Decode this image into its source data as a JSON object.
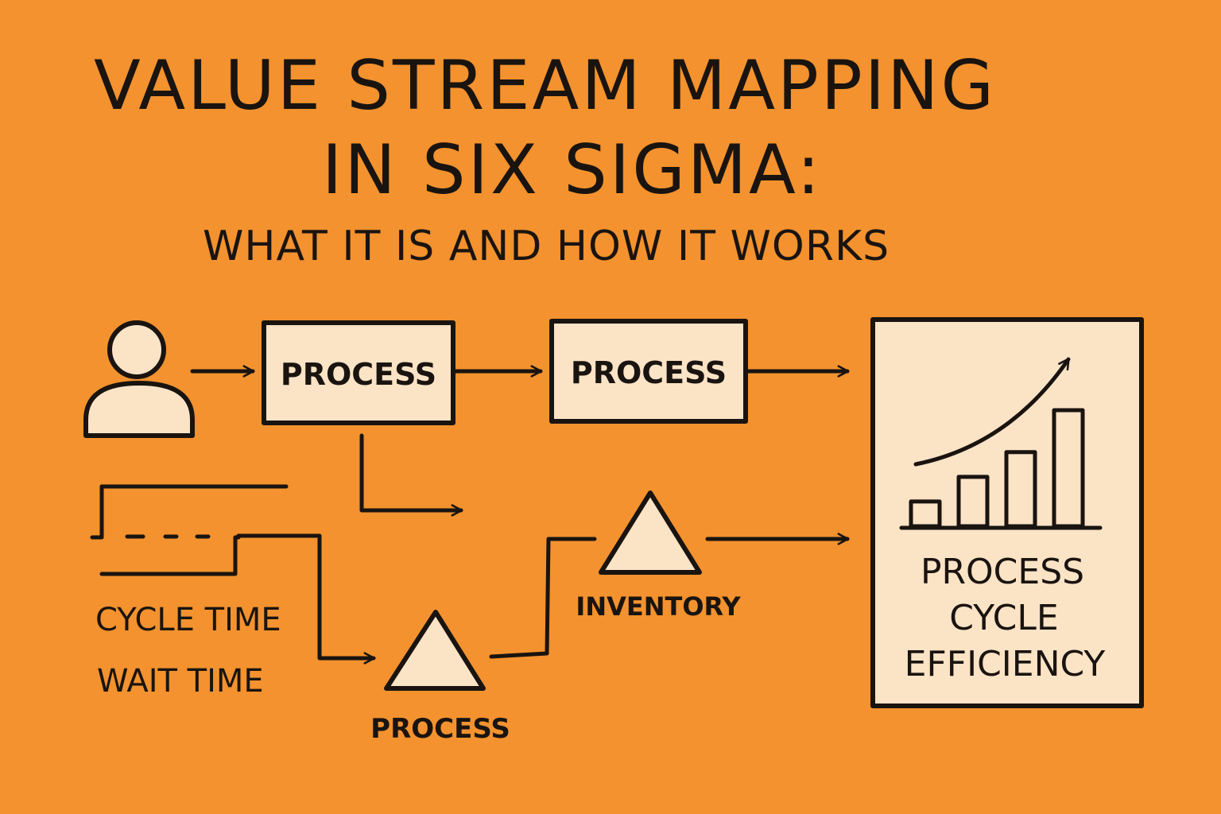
{
  "title": {
    "line1": "VALUE STREAM MAPPING",
    "line2": "IN SIX SIGMA:",
    "subtitle": "WHAT IT IS AND HOW IT WORKS"
  },
  "diagram": {
    "process_box_1": "PROCESS",
    "process_box_2": "PROCESS",
    "triangle_process_label": "PROCESS",
    "inventory_label": "INVENTORY",
    "cycle_time_label": "CYCLE TIME",
    "wait_time_label": "WAIT TIME",
    "result_lines": [
      "PROCESS",
      "CYCLE",
      "EFFICIENCY"
    ]
  },
  "result_chart": {
    "type": "bar",
    "values": [
      1,
      2,
      3,
      4.7
    ],
    "trend": "up"
  },
  "colors": {
    "background": "#F3922E",
    "fill": "#FBE3C6",
    "ink": "#1a1410"
  }
}
